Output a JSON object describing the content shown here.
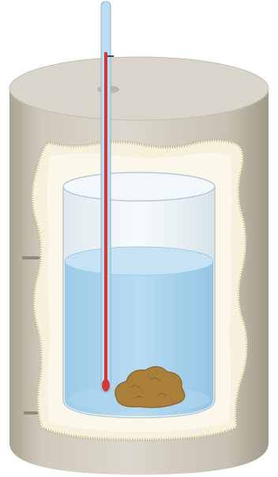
{
  "diagram": {
    "components": [
      {
        "id": "insulated-container",
        "kind": "cylinder"
      },
      {
        "id": "insulation-layer",
        "kind": "filler"
      },
      {
        "id": "glass-beaker",
        "kind": "vessel"
      },
      {
        "id": "water",
        "kind": "liquid"
      },
      {
        "id": "thermometer",
        "kind": "instrument"
      },
      {
        "id": "food-sample",
        "kind": "sample"
      }
    ],
    "colors": {
      "outer_shell": "#d4cfc2",
      "shell_shadow": "#a8a294",
      "lid_top": "#d9d5ca",
      "insulation": "#f6f0dc",
      "insulation_edge": "#c9b98d",
      "water": "#a9d3ec",
      "water_surface": "#c6e2f3",
      "glass": "#e6f1f7",
      "thermometer_glass": "#bddcf0",
      "thermometer_liquid": "#d0383a",
      "food": "#a97f3a"
    }
  }
}
